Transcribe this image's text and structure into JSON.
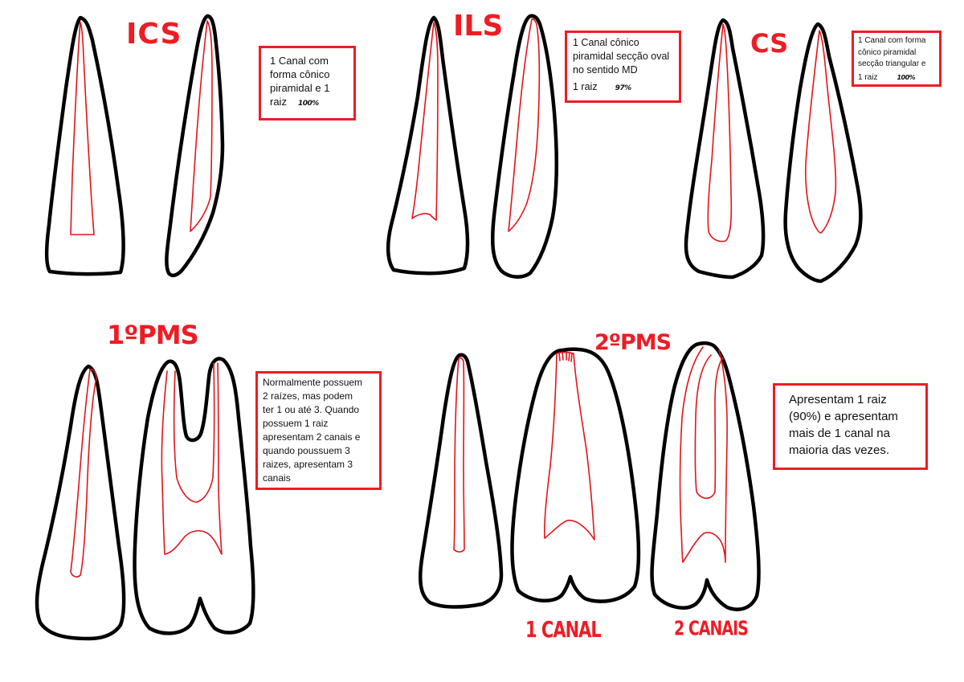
{
  "diagram": {
    "labels": {
      "ics": "ICS",
      "ils": "ILS",
      "cs": "CS",
      "pms1": "1ºPMS",
      "pms2": "2ºPMS",
      "pms2_one_canal": "1 CANAL",
      "pms2_two_canals": "2 CANAIS"
    },
    "notes": {
      "ics": {
        "lines": [
          "1 Canal com",
          "forma cônico",
          "piramidal e 1",
          "raiz"
        ],
        "percent": "100%"
      },
      "ils": {
        "lines": [
          "1 Canal cônico",
          "piramidal secção oval",
          "no sentido MD",
          "1 raiz"
        ],
        "percent": "97%"
      },
      "cs": {
        "lines": [
          "1 Canal com forma",
          "cônico piramidal",
          "secção triangular e",
          "1 raiz"
        ],
        "percent": "100%"
      },
      "pms1": {
        "lines": [
          "Normalmente possuem",
          "2 raízes, mas podem",
          "ter 1 ou até 3. Quando",
          "possuem 1 raiz",
          "apresentam 2 canais e",
          "quando poussuem 3",
          "raizes, apresentam 3",
          "canais"
        ]
      },
      "pms2": {
        "lines": [
          "Apresentam 1 raiz",
          "(90%) e apresentam",
          "mais de 1 canal na",
          "maioria das vezes."
        ]
      }
    }
  },
  "colors": {
    "outline": "#000000",
    "canal": "#e0151b",
    "label": "#ee1c24",
    "box_border": "#ee1c24"
  }
}
